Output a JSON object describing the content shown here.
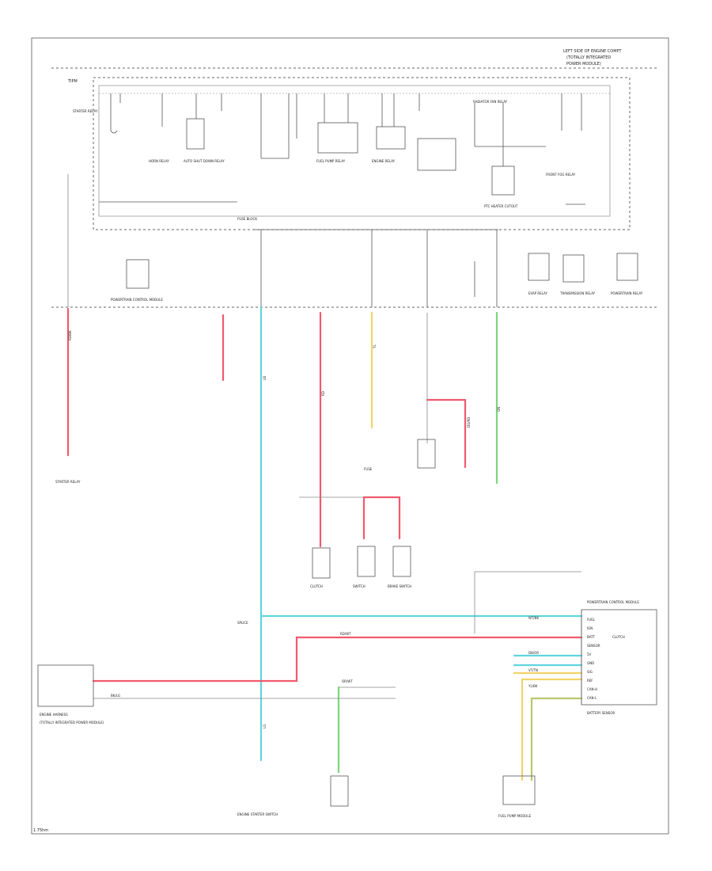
{
  "header": {
    "title_line_1": "LEFT SIDE OF ENGINE COMPT",
    "title_line_2": "(TOTALLY INTEGRATED",
    "title_line_3": "POWER MODULE)"
  },
  "footer": {
    "code": "1.75hm"
  },
  "modules": {
    "tipm_name": "TIPM",
    "tipm_relays": [
      "STARTER RELAY",
      "HORN RELAY",
      "AUTO SHUT DOWN RELAY",
      "FUEL PUMP RELAY",
      "ENGINE RELAY",
      "RADIATOR FAN RELAY",
      "FRONT FOG RELAY",
      "PTC HEATER CUTOUT"
    ],
    "row_components": [
      "POWERTRAIN CONTROL MODULE",
      "FUSE BLOCK",
      "EVAP RELAY",
      "TRANSMISSION RELAY",
      "POWERTRAIN RELAY"
    ],
    "bottom_components": [
      "STARTER RELAY",
      "CLUTCH",
      "SWITCH",
      "BRAKE SWITCH",
      "ENGINE STARTER SWITCH",
      "FUEL PUMP MODULE"
    ],
    "right_module": "POWERTRAIN CONTROL MODULE",
    "right_pins": [
      "FUEL",
      "IGN",
      "BATT",
      "SENSOR",
      "5V",
      "GND",
      "SIG",
      "REF",
      "CAN-H",
      "CAN-L",
      "CLUTCH"
    ],
    "left_connector": "ENGINE HARNESS",
    "left_connector_note": "(TOTALLY INTEGRATED POWER MODULE)",
    "bottom_right_note": "BATTERY SENSOR",
    "bottom_node_label": "FUSE",
    "junction_label": "SPLICE"
  },
  "wire_labels": [
    "RD/BK",
    "LB",
    "RD",
    "YL",
    "GN",
    "DG/RD",
    "LG",
    "RD/WT",
    "BK/LG",
    "WT/BK",
    "DB/OR",
    "VT/TN",
    "YL/BK",
    "OR/WT"
  ],
  "colors": {
    "red": "#f05a6e",
    "cyan": "#5fd5e0",
    "yellow": "#f2d36b",
    "green": "#7bd67b",
    "olive": "#b8c86a",
    "line": "#5a5a5a"
  }
}
